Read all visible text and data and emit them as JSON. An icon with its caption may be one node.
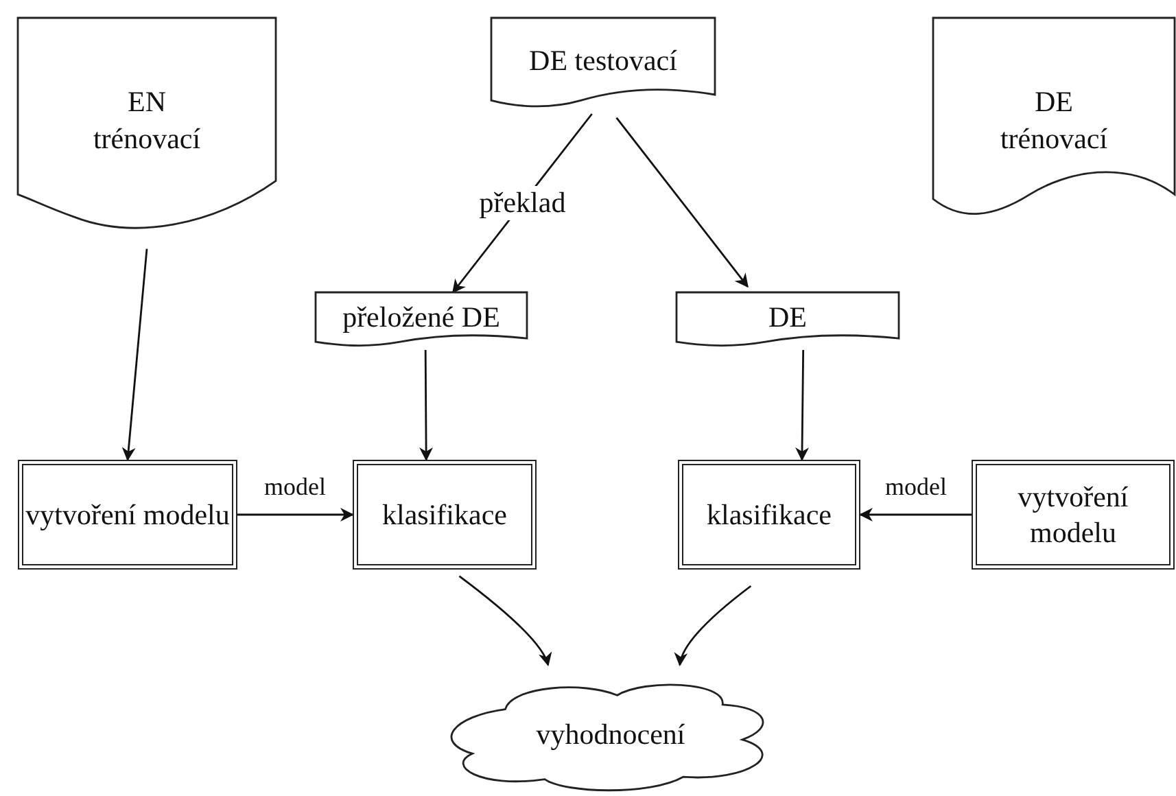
{
  "diagram": {
    "nodes": [
      {
        "text": [
          "EN trénovací"
        ]
      },
      {
        "text": [
          "DE testovací"
        ]
      },
      {
        "text": [
          "DE trénovací"
        ]
      },
      {
        "text": [
          "přeložené DE"
        ]
      },
      {
        "text": [
          "DE"
        ]
      },
      {
        "text": [
          "vytvoření modelu"
        ]
      },
      {
        "text": [
          "klasifikace"
        ]
      },
      {
        "text": [
          "klasifikace"
        ]
      },
      {
        "text": [
          "vytvoření modelu"
        ]
      },
      {
        "text": [
          "vyhodnocení"
        ]
      }
    ],
    "edges": [
      {
        "from": 0,
        "to": 5,
        "arrow": "to"
      },
      {
        "from": 1,
        "to": 3,
        "arrow": "to",
        "label": "překlad"
      },
      {
        "from": 1,
        "to": 4,
        "arrow": "to"
      },
      {
        "from": 3,
        "to": 6,
        "arrow": "to"
      },
      {
        "from": 4,
        "to": 7,
        "arrow": "to"
      },
      {
        "from": 5,
        "to": 6,
        "arrow": "to",
        "label": "model"
      },
      {
        "from": 8,
        "to": 7,
        "arrow": "to",
        "label": "model"
      },
      {
        "from": 6,
        "to": 9,
        "arrow": "to"
      },
      {
        "from": 7,
        "to": 9,
        "arrow": "to"
      }
    ]
  }
}
